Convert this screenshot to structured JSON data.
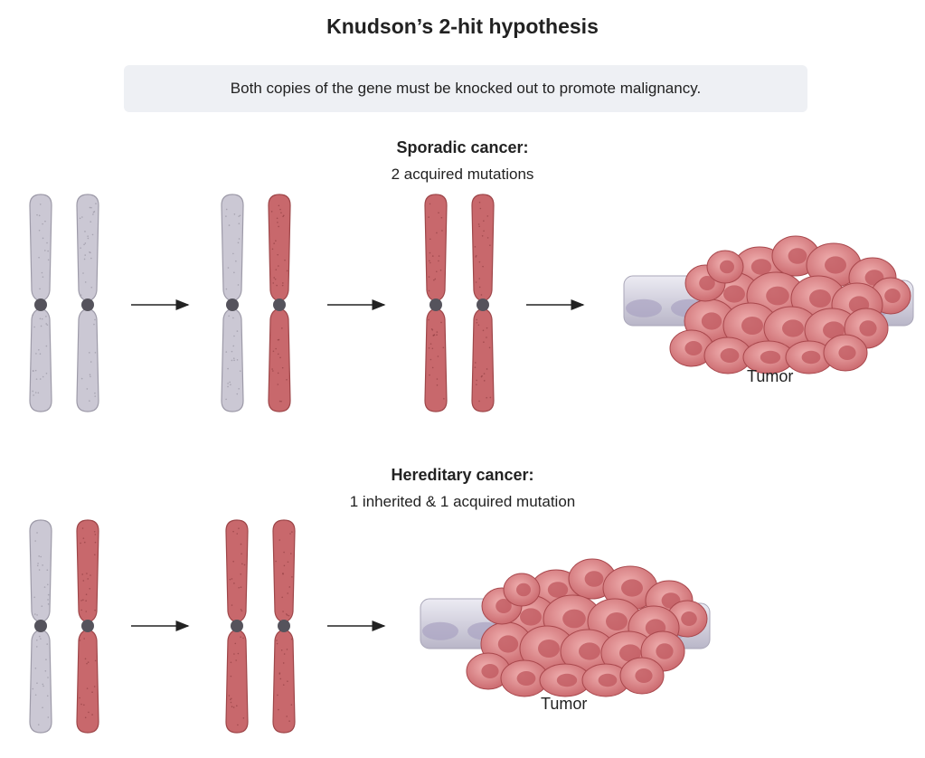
{
  "title": "Knudson’s 2-hit hypothesis",
  "subtitle": "Both copies of the gene must be knocked out to promote malignancy.",
  "colors": {
    "normal": "#cbc8d4",
    "mutated": "#c8686c",
    "centromere": "#55535c"
  },
  "sporadic": {
    "heading": "Sporadic cancer:",
    "subheading": "2 acquired mutations",
    "stages": [
      [
        "normal",
        "normal"
      ],
      [
        "normal",
        "mutated"
      ],
      [
        "mutated",
        "mutated"
      ]
    ],
    "result_label": "Tumor"
  },
  "hereditary": {
    "heading": "Hereditary cancer:",
    "subheading": "1 inherited & 1 acquired mutation",
    "stages": [
      [
        "normal",
        "mutated"
      ],
      [
        "mutated",
        "mutated"
      ]
    ],
    "result_label": "Tumor"
  }
}
